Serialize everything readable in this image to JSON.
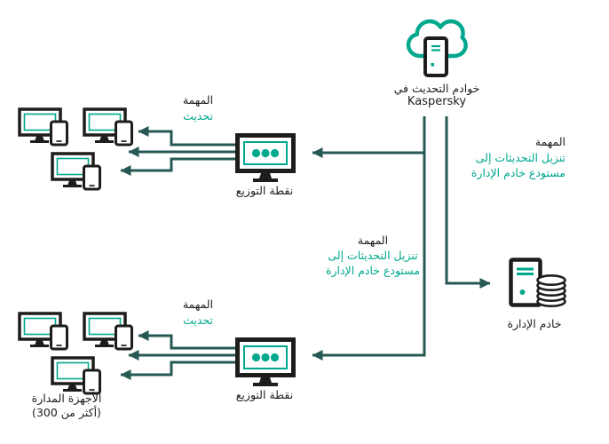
{
  "colors": {
    "accent_teal": "#00a88e",
    "connector_dark_teal": "#275954",
    "icon_dark": "#1d1d1b",
    "text_black": "#1d1d1b",
    "background": "#ffffff"
  },
  "nodes": {
    "kaspersky_update_servers": {
      "line1": "خوادم التحديث في",
      "line2": "Kaspersky"
    },
    "distribution_point_top": {
      "label": "نقطة التوزيع"
    },
    "distribution_point_bottom": {
      "label": "نقطة التوزيع"
    },
    "admin_server": {
      "label": "خادم الإدارة"
    },
    "managed_devices": {
      "line1": "الأجهزة المدارة",
      "line2": "(أكثر من 300)"
    }
  },
  "tasks": {
    "update_top": {
      "title": "المهمة",
      "subtitle": "تحديث"
    },
    "update_bottom": {
      "title": "المهمة",
      "subtitle": "تحديث"
    },
    "download_middle": {
      "title": "المهمة",
      "line1": "تنزيل التحديثات إلى",
      "line2": "مستودع خادم الإدارة"
    },
    "download_right": {
      "title": "المهمة",
      "line1": "تنزيل التحديثات إلى",
      "line2": "مستودع خادم الإدارة"
    }
  },
  "icons": [
    "cloud-update-servers-icon",
    "distribution-point-monitor-icon",
    "managed-device-monitor-phone-icon",
    "admin-server-tower-database-icon",
    "arrow-connector"
  ]
}
